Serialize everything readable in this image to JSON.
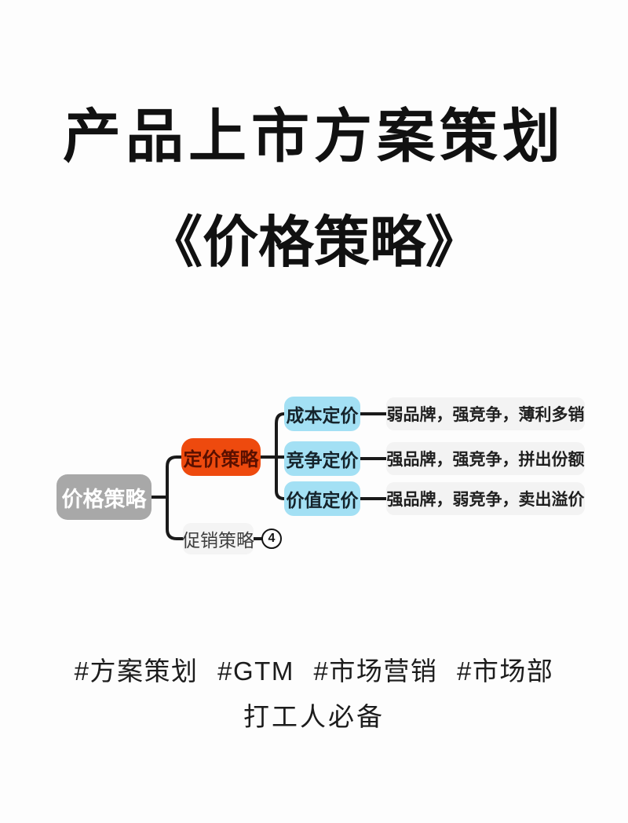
{
  "header": {
    "title": "产品上市方案策划",
    "subtitle": "《价格策略》"
  },
  "mindmap": {
    "root": {
      "label": "价格策略"
    },
    "branches": [
      {
        "label": "定价策略",
        "children": [
          {
            "label": "成本定价",
            "desc": "弱品牌，强竞争，薄利多销"
          },
          {
            "label": "竞争定价",
            "desc": "强品牌，强竞争，拼出份额"
          },
          {
            "label": "价值定价",
            "desc": "强品牌，弱竞争，卖出溢价"
          }
        ]
      },
      {
        "label": "促销策略",
        "collapsed_count": "4"
      }
    ],
    "colors": {
      "root_bg": "#a8a8a8",
      "root_text": "#ffffff",
      "pricing_bg": "#ee4a0e",
      "pricing_text": "#5a1000",
      "child_bg": "#a3e0f4",
      "desc_bg": "#f3f3f3",
      "promo_bg": "#f4f4f4",
      "connector": "#1a1a1a"
    }
  },
  "footer": {
    "hashtags": "#方案策划 #GTM #市场营销 #市场部",
    "tagline": "打工人必备"
  }
}
